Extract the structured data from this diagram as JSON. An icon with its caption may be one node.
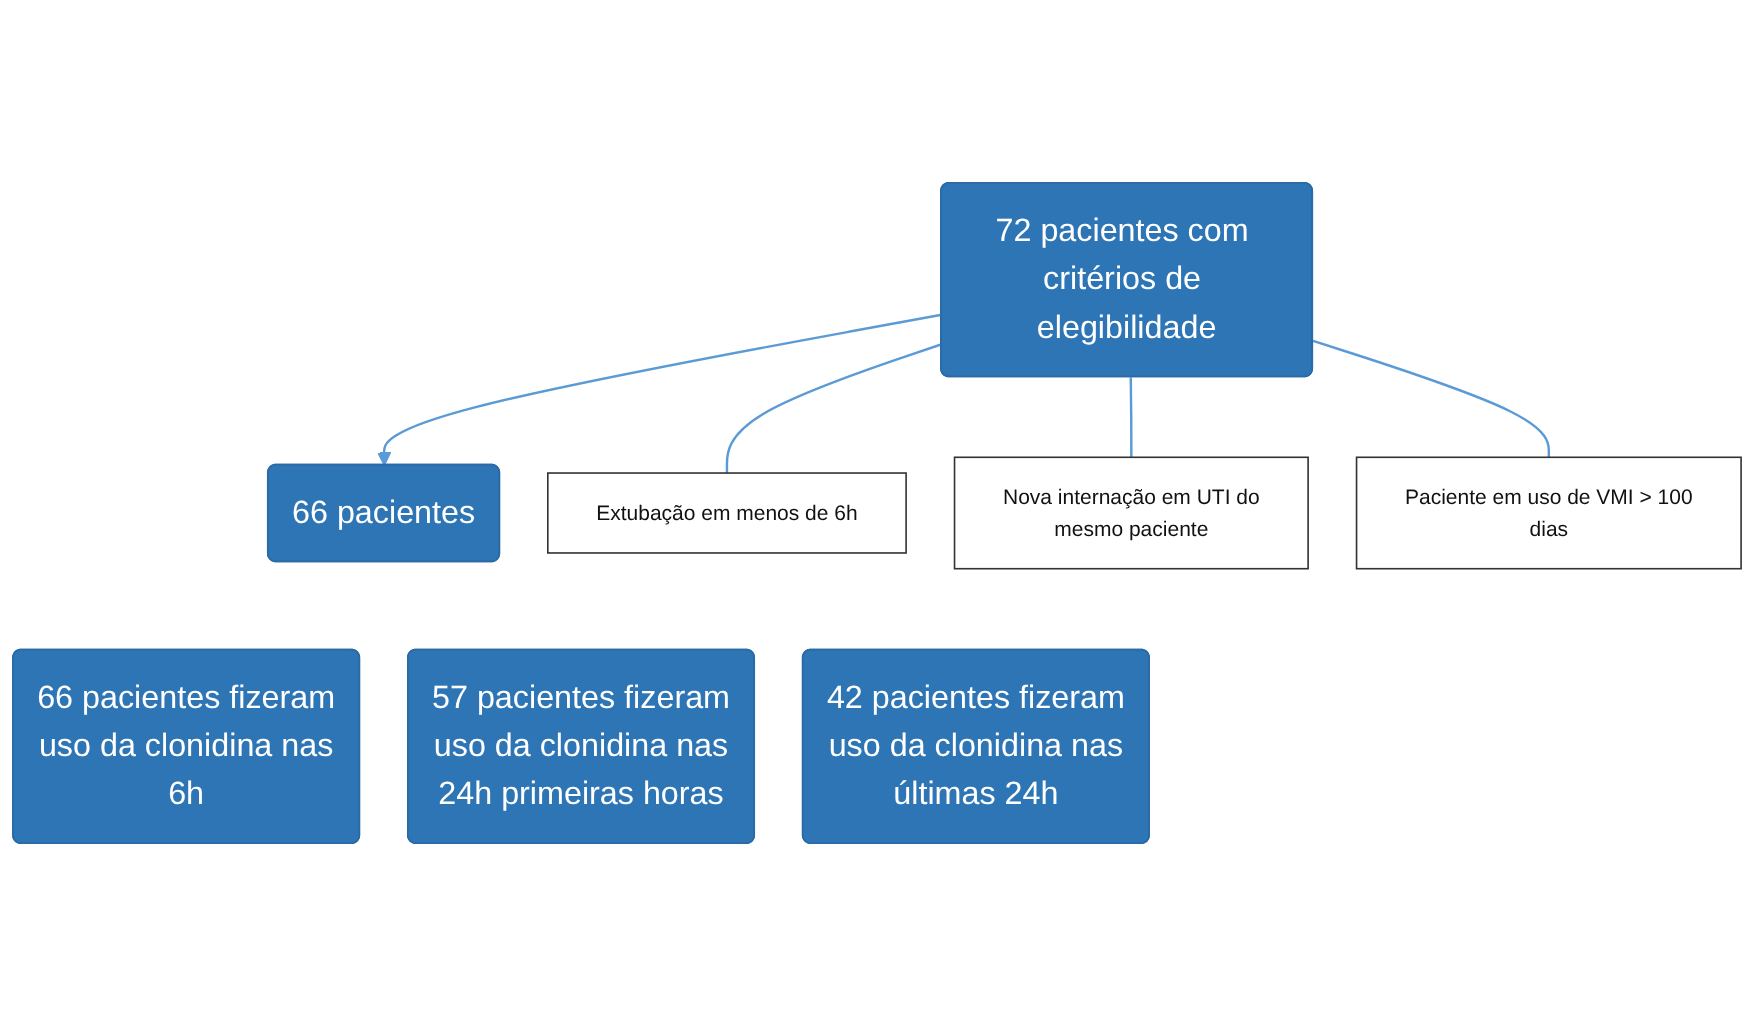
{
  "diagram": {
    "nodes": [
      {
        "text": [
          "72 pacientes com critérios de elegibilidade"
        ]
      },
      {
        "text": [
          "66 pacientes"
        ]
      },
      {
        "text": [
          "Extubação em menos de 6h"
        ]
      },
      {
        "text": [
          "Nova internação em UTI do mesmo paciente"
        ]
      },
      {
        "text": [
          "Paciente em uso de VMI > 100 dias"
        ]
      },
      {
        "text": [
          "66 pacientes fizeram uso da clonidina nas 6h"
        ]
      },
      {
        "text": [
          "57 pacientes fizeram uso da clonidina nas 24h primeiras horas"
        ]
      },
      {
        "text": [
          "42 pacientes fizeram uso da clonidina nas últimas 24h"
        ]
      }
    ],
    "edges": [
      {
        "from": 0,
        "to": 1,
        "arrow": "to"
      },
      {
        "from": 0,
        "to": 2,
        "arrow": "none"
      },
      {
        "from": 0,
        "to": 3,
        "arrow": "none"
      },
      {
        "from": 0,
        "to": 4,
        "arrow": "none"
      }
    ]
  }
}
